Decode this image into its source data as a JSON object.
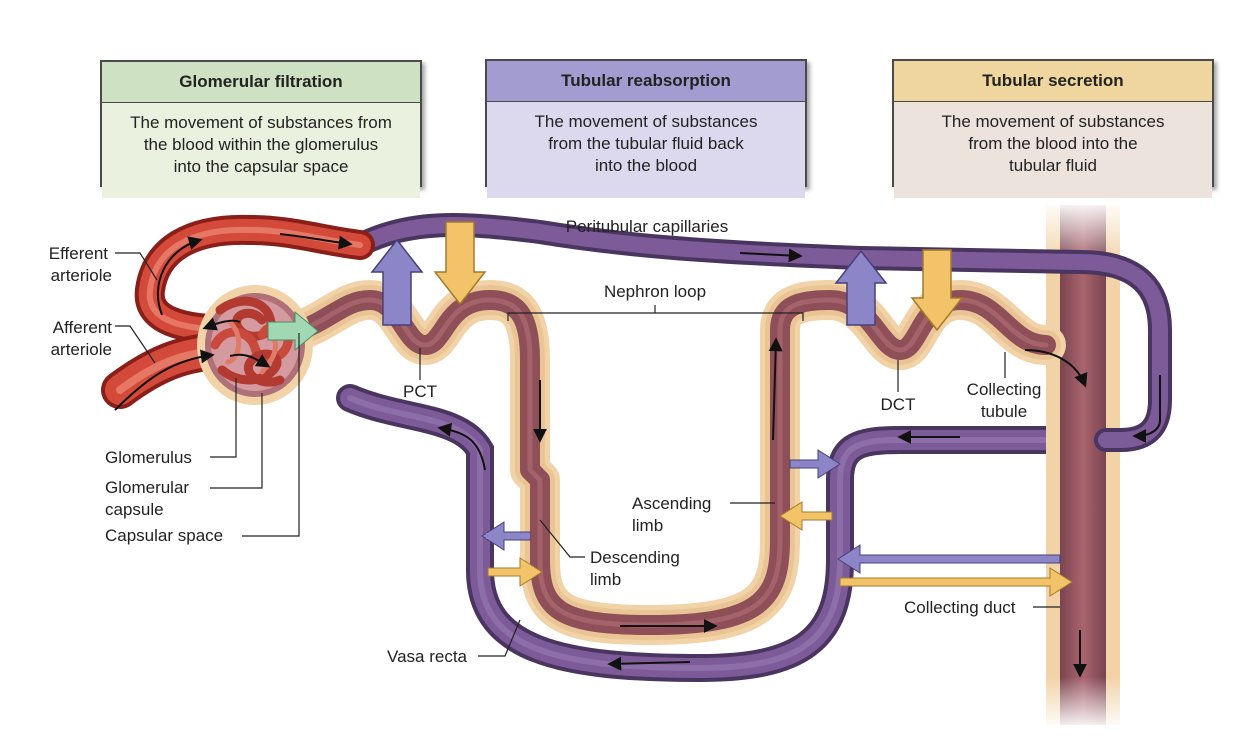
{
  "boxes": {
    "filtration": {
      "title": "Glomerular filtration",
      "desc": [
        "The movement of substances from",
        "the blood within the glomerulus",
        "into the capsular space"
      ]
    },
    "reabsorption": {
      "title": "Tubular reabsorption",
      "desc": [
        "The movement of substances",
        "from the tubular fluid back",
        "into the blood"
      ]
    },
    "secretion": {
      "title": "Tubular secretion",
      "desc": [
        "The movement of substances",
        "from the blood into the",
        "tubular fluid"
      ]
    }
  },
  "labels": {
    "peritubular_capillaries": "Peritubular capillaries",
    "nephron_loop": "Nephron loop",
    "efferent_arteriole": [
      "Efferent",
      "arteriole"
    ],
    "afferent_arteriole": [
      "Afferent",
      "arteriole"
    ],
    "pct": "PCT",
    "dct": "DCT",
    "collecting_tubule": [
      "Collecting",
      "tubule"
    ],
    "glomerulus": "Glomerulus",
    "glomerular_capsule": [
      "Glomerular",
      "capsule"
    ],
    "capsular_space": "Capsular space",
    "ascending_limb": [
      "Ascending",
      "limb"
    ],
    "descending_limb": [
      "Descending",
      "limb"
    ],
    "collecting_duct": "Collecting duct",
    "vasa_recta": "Vasa recta"
  },
  "colors": {
    "artery": "#c8372c",
    "vein": "#6d4f86",
    "tubule_wall": "#f2d3a8",
    "tubule_lumen": "#8e4f58",
    "filtration": "#9fd8b3",
    "reabsorption": "#8c86c8",
    "secretion": "#f3c36a"
  }
}
